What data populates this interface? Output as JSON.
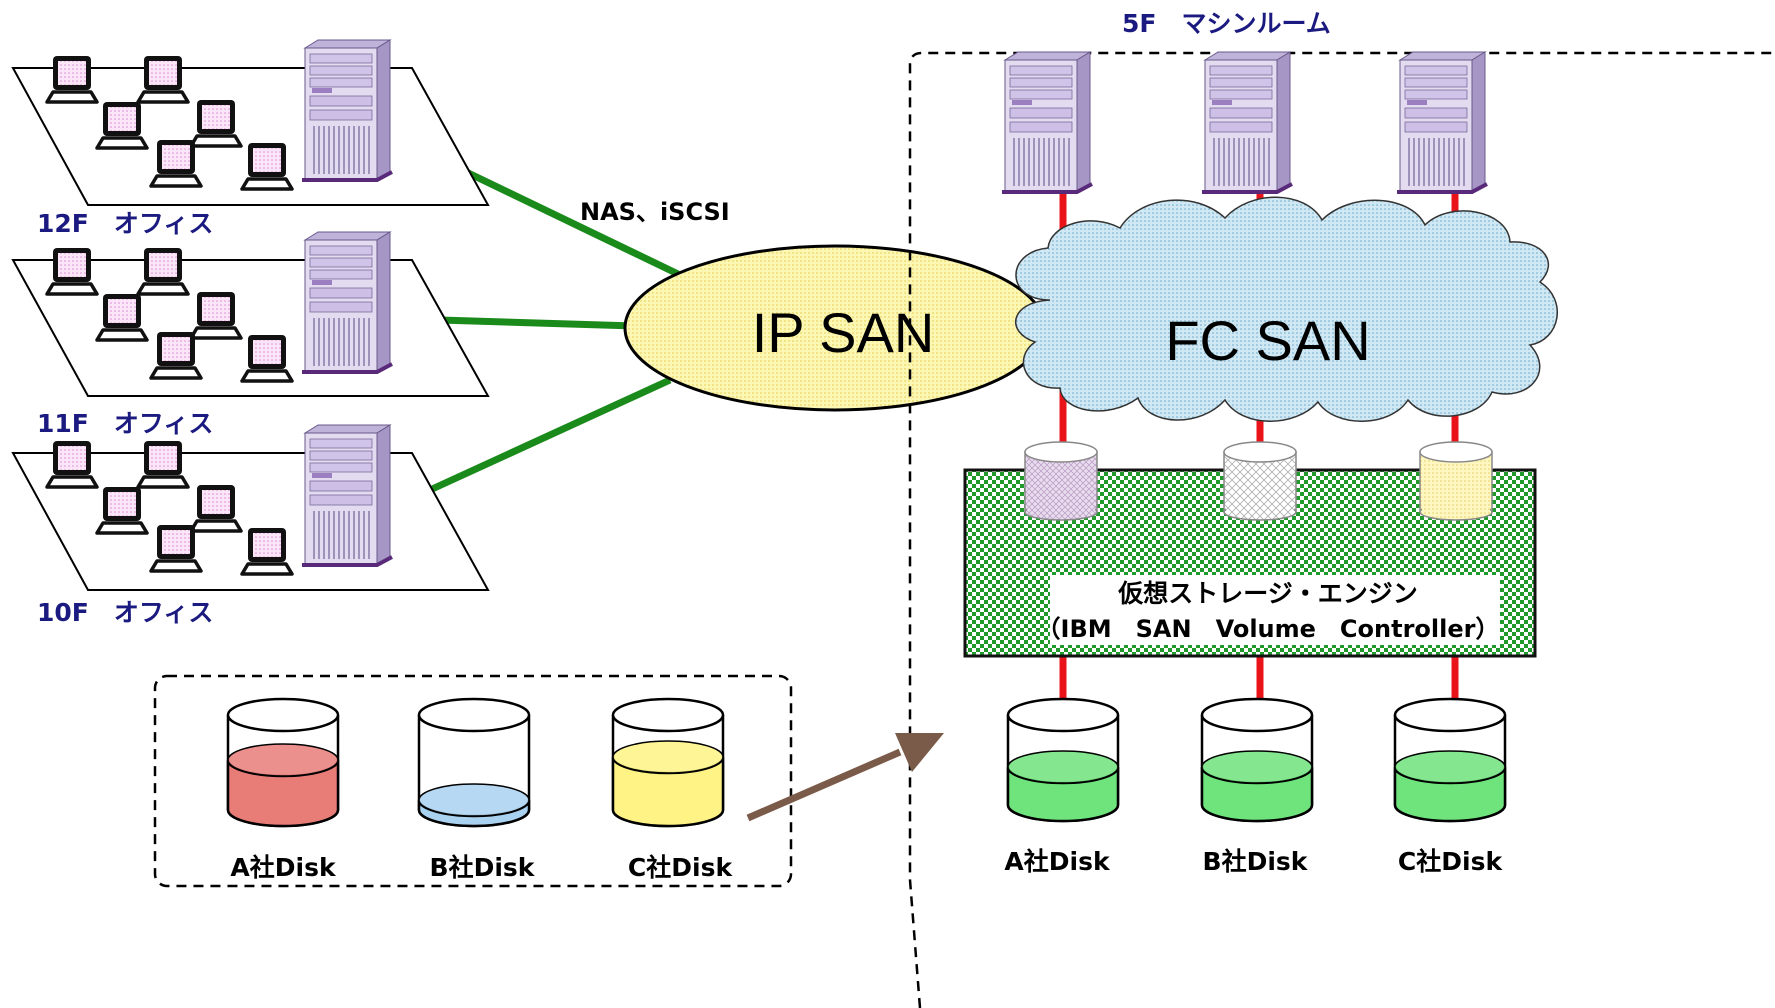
{
  "floors": [
    {
      "label": "12F　オフィス"
    },
    {
      "label": "11F　オフィス"
    },
    {
      "label": "10F　オフィス"
    }
  ],
  "protocol_label": "NAS、iSCSI",
  "ip_san": {
    "label": "IP SAN",
    "fill": "#fdf7b4"
  },
  "machine_room": {
    "label": "5F　マシンルーム"
  },
  "fc_san": {
    "label": "FC SAN",
    "fill": "#c9e6f2"
  },
  "engine": {
    "title": "仮想ストレージ・エンジン",
    "subtitle": "（IBM　SAN　Volume　Controller）",
    "fill": "#1f9a2b"
  },
  "old_disks": [
    {
      "label": "A社Disk",
      "color": "#e87d78"
    },
    {
      "label": "B社Disk",
      "color": "#a9d1f0"
    },
    {
      "label": "C社Disk",
      "color": "#fef384"
    }
  ],
  "new_disks": [
    {
      "label": "A社Disk",
      "color": "#6fe37c"
    },
    {
      "label": "B社Disk",
      "color": "#6fe37c"
    },
    {
      "label": "C社Disk",
      "color": "#6fe37c"
    }
  ],
  "colors": {
    "network_link": "#1a8a1a",
    "fc_link": "#e8141a",
    "migration_arrow": "#7a5a48",
    "server": "#d8cfea",
    "pc_screen": "#f4c6ef"
  }
}
